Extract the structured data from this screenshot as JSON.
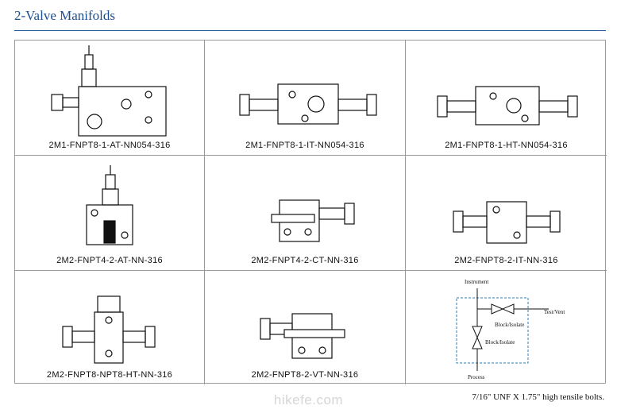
{
  "page_title": "2-Valve Manifolds",
  "cells": [
    {
      "label": "2M1-FNPT8-1-AT-NN054-316",
      "icon": "manifold-1-at"
    },
    {
      "label": "2M1-FNPT8-1-IT-NN054-316",
      "icon": "manifold-1-it"
    },
    {
      "label": "2M1-FNPT8-1-HT-NN054-316",
      "icon": "manifold-1-ht"
    },
    {
      "label": "2M2-FNPT4-2-AT-NN-316",
      "icon": "manifold-2-at"
    },
    {
      "label": "2M2-FNPT4-2-CT-NN-316",
      "icon": "manifold-2-ct"
    },
    {
      "label": "2M2-FNPT8-2-IT-NN-316",
      "icon": "manifold-2-it"
    },
    {
      "label": "2M2-FNPT8-NPT8-HT-NN-316",
      "icon": "manifold-npt8-ht"
    },
    {
      "label": "2M2-FNPT8-2-VT-NN-316",
      "icon": "manifold-2-vt"
    },
    {
      "label": "",
      "icon": "schematic-diagram"
    }
  ],
  "schematic": {
    "instrument": "Instrument",
    "test_vent": "Test/Vent",
    "block_isolate_1": "Block/Isolate",
    "block_isolate_2": "Block/Isolate",
    "process": "Process"
  },
  "footnote": "7/16\" UNF X 1.75\" high tensile bolts.",
  "watermark": "hikefe.com"
}
